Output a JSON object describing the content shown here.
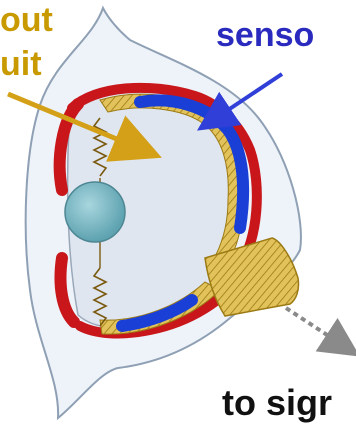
{
  "labels": {
    "readout_line1": "out",
    "readout_line2": "uit",
    "sensor": "senso",
    "signal": "to sigr"
  },
  "colors": {
    "readout_label": "#c89a00",
    "readout_arrow": "#d4a017",
    "sensor_label": "#2a2abf",
    "sensor_arrow": "#2f3fd8",
    "signal_label": "#111111",
    "signal_arrow": "#8a8a8a",
    "housing_fill": "#eef3f9",
    "housing_stroke": "#8fa0b5",
    "red_layer": "#c8161b",
    "gold_layer": "#c9a227",
    "blue_sensor": "#1a3fd6",
    "lens": "#78b6c2"
  }
}
